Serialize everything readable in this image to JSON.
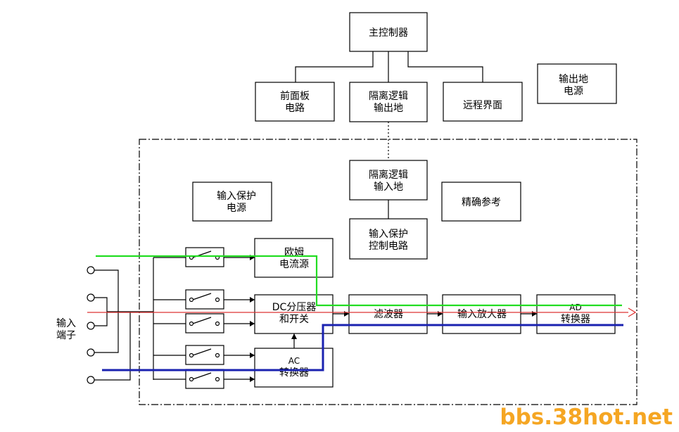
{
  "blocks": {
    "main_controller": [
      "主控制器"
    ],
    "front_panel": [
      "前面板",
      "电路"
    ],
    "iso_logic_out": [
      "隔离逻辑",
      "输出地"
    ],
    "remote_interface": [
      "远程界面"
    ],
    "output_ground_power": [
      "输出地",
      "电源"
    ],
    "iso_logic_in": [
      "隔离逻辑",
      "输入地"
    ],
    "input_protect_power": [
      "输入保护",
      "电源"
    ],
    "precision_ref": [
      "精确参考"
    ],
    "input_protect_ctrl": [
      "输入保护",
      "控制电路"
    ],
    "ohm_current": [
      "欧姆",
      "电流源"
    ],
    "dc_divider": [
      "DC分压器",
      "和开关"
    ],
    "ac_converter": [
      "AC",
      "转换器"
    ],
    "filter": [
      "滤波器"
    ],
    "input_amp": [
      "输入放大器"
    ],
    "ad_converter": [
      "AD",
      "转换器"
    ]
  },
  "terminal_label": [
    "输入",
    "端子"
  ],
  "watermark": "bbs.38hot.net",
  "colors": {
    "line": "#000000",
    "green_path": "#22dd22",
    "red_path": "#dd3333",
    "blue_path": "#1a22b0",
    "watermark": "#f5a623"
  }
}
